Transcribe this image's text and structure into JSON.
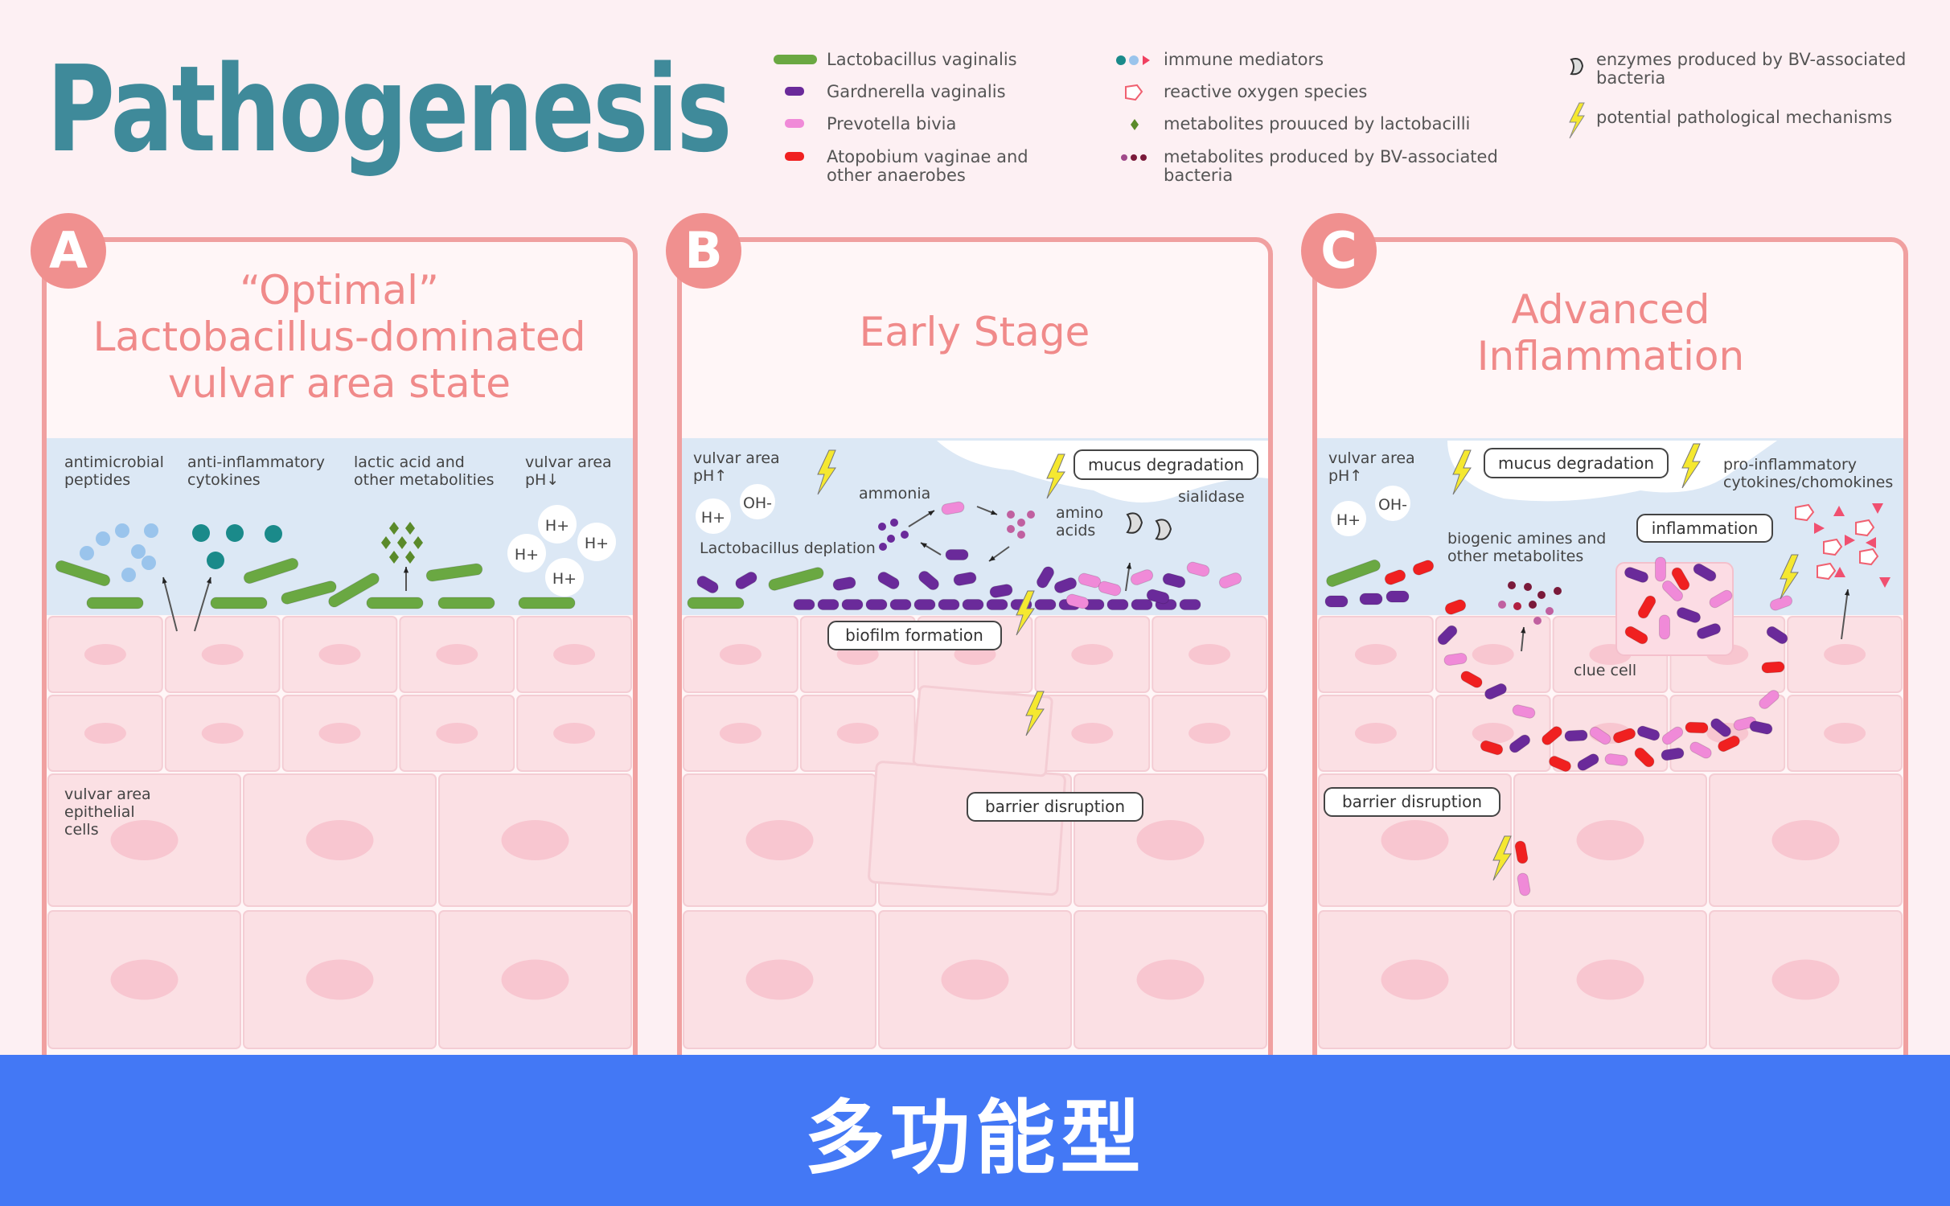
{
  "title": "Pathogenesis",
  "colors": {
    "title": "#3f8a9a",
    "panel_border": "#f0a0a0",
    "badge": "#f0908f",
    "panel_title": "#f08a8a",
    "lumen": "#dce8f5",
    "epithelium": "#fbe0e4",
    "lactobacillus": "#6aa842",
    "gardnerella": "#6a2a9a",
    "prevotella": "#f08ad8",
    "atopobium": "#f02020",
    "banner": "#4378f5"
  },
  "legend": [
    {
      "icon": "green-rod-icon",
      "label": "Lactobacillus vaginalis"
    },
    {
      "icon": "purple-rod-icon",
      "label": "Gardnerella vaginalis"
    },
    {
      "icon": "pink-rod-icon",
      "label": "Prevotella bivia"
    },
    {
      "icon": "red-rod-icon",
      "label": "Atopobium vaginae and",
      "label2": "other anaerobes"
    },
    {
      "icon": "immune-mediators-icon",
      "label": "immune mediators"
    },
    {
      "icon": "reactive-oxygen-icon",
      "label": "reactive oxygen species"
    },
    {
      "icon": "green-diamond-icon",
      "label": "metabolites prouuced by lactobacilli"
    },
    {
      "icon": "dark-dots-icon",
      "label": "metabolites produced by BV-associated",
      "label2": "bacteria"
    },
    {
      "icon": "enzyme-icon",
      "label": "enzymes produced by BV-associated",
      "label2": "bacteria"
    },
    {
      "icon": "lightning-icon",
      "label": "potential pathological mechanisms"
    }
  ],
  "panels": {
    "a": {
      "badge": "A",
      "title": [
        "“Optimal”",
        "Lactobacillus-dominated",
        "vulvar area state"
      ],
      "labels": {
        "amp": [
          "antimicrobial",
          "peptides"
        ],
        "cyto": [
          "anti-inflammatory",
          "cytokines"
        ],
        "lactic": [
          "lactic acid and",
          "other metabolities"
        ],
        "ph": [
          "vulvar area",
          "pH↓"
        ],
        "cells": [
          "vulvar area",
          "epithelial",
          "cells"
        ],
        "ion": "H+"
      }
    },
    "b": {
      "badge": "B",
      "title": [
        "Early Stage"
      ],
      "labels": {
        "ph": [
          "vulvar area",
          "pH↑"
        ],
        "h": "H+",
        "oh": "OH-",
        "ammonia": "ammonia",
        "depletion": "Lactobacillus deplation",
        "amino": [
          "amino",
          "acids"
        ],
        "sialidase": "sialidase",
        "mucus": "mucus degradation",
        "biofilm": "biofilm formation",
        "barrier": "barrier disruption"
      }
    },
    "c": {
      "badge": "C",
      "title": [
        "Advanced",
        "Inflammation"
      ],
      "labels": {
        "ph": [
          "vulvar area",
          "pH↑"
        ],
        "h": "H+",
        "oh": "OH-",
        "mucus": "mucus degradation",
        "pro": [
          "pro-inflammatory",
          "cytokines/chomokines"
        ],
        "amines": [
          "biogenic amines and",
          "other metabolites"
        ],
        "inflammation": "inflammation",
        "clue": "clue cell",
        "barrier": "barrier disruption"
      }
    }
  },
  "banner": "多功能型"
}
